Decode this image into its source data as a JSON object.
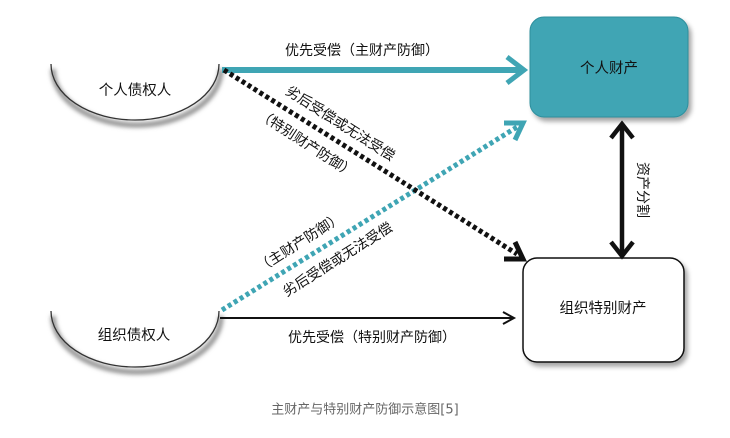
{
  "nodes": {
    "personal_creditor": {
      "label": "个人债权人"
    },
    "organization_creditor": {
      "label": "组织债权人"
    },
    "personal_property": {
      "label": "个人财产"
    },
    "organization_special_property": {
      "label": "组织特别财产"
    }
  },
  "edges": {
    "personal_creditor_to_personal_property": {
      "label": "优先受偿（主财产防御）"
    },
    "personal_creditor_to_special_property": {
      "label_upper": "劣后受偿或无法受偿",
      "label_lower": "（特别财产防御）"
    },
    "organization_creditor_to_personal_property": {
      "label_upper": "（主财产防御）",
      "label_lower": "劣后受偿或无法受偿"
    },
    "organization_creditor_to_special_property": {
      "label": "优先受偿（特别财产防御）"
    },
    "property_link": {
      "label": "资产分割"
    }
  },
  "caption": "主财产与特别财产防御示意图[5]",
  "colors": {
    "accent_teal": "#3fa5b4",
    "line_black": "#111111",
    "caption_gray": "#666666"
  }
}
